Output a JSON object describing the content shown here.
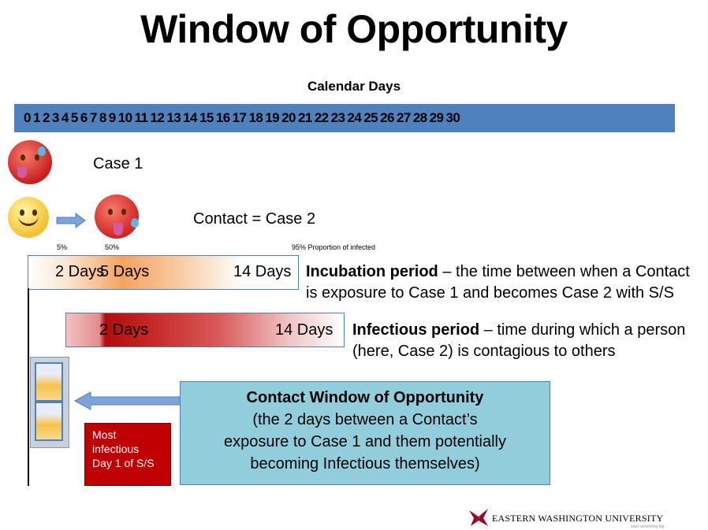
{
  "title": "Window of Opportunity",
  "calendar": {
    "label": "Calendar Days",
    "days": "0 1 2 3 4 5 6 7 8 9 10 11 12 13 14 15 16 17 18 19 20 21 22 23 24 25 26 27 28 29 30"
  },
  "people": {
    "case1_label": "Case 1",
    "case2_label": "Contact = Case 2"
  },
  "proportions": {
    "p5": "5%",
    "p50": "50%",
    "p95": "95% Proportion of infected"
  },
  "incubation": {
    "d2": "2 Days",
    "d5": "5 Days",
    "d14": "14 Days",
    "desc_bold": "Incubation period",
    "desc_rest": " – the time between when a Contact is exposure to Case 1 and becomes Case 2 with S/S"
  },
  "infectious": {
    "d2": "2 Days",
    "d14": "14 Days",
    "desc_bold": "Infectious period",
    "desc_rest": " – time during which a person (here, Case 2) is contagious to others"
  },
  "window": {
    "title": "Contact Window of Opportunity",
    "line1": "(the 2 days between a Contact’s",
    "line2": "exposure to Case 1 and them potentially",
    "line3": "becoming Infectious themselves)"
  },
  "most_infectious": {
    "line1": "Most",
    "line2": "infectious",
    "line3": "Day 1 of S/S"
  },
  "logo": {
    "name": "EASTERN WASHINGTON UNIVERSITY",
    "tagline": "start something big"
  },
  "colors": {
    "day_bar": "#4f81bd",
    "window_box": "#92cddc",
    "most_infectious_box": "#c00000"
  },
  "icons": [
    "sick-face-icon",
    "smiley-face-icon",
    "sick-face-icon",
    "right-arrow-icon",
    "left-arrow-icon",
    "eagle-logo-icon"
  ]
}
